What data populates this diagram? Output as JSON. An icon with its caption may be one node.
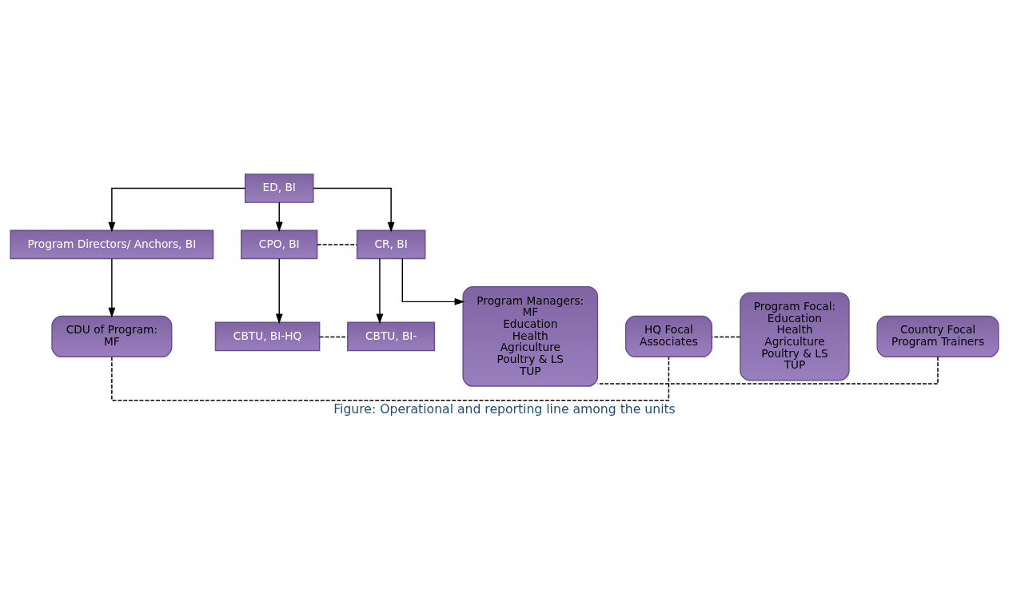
{
  "diagram": {
    "caption": "Figure: Operational and reporting line among the units",
    "nodes": [
      {
        "text": [
          "ED, BI"
        ]
      },
      {
        "text": [
          "Program Directors/ Anchors, BI"
        ]
      },
      {
        "text": [
          "CPO, BI"
        ]
      },
      {
        "text": [
          "CR, BI"
        ]
      },
      {
        "text": [
          "CDU of Program:",
          "MF"
        ]
      },
      {
        "text": [
          "CBTU, BI-HQ"
        ]
      },
      {
        "text": [
          "HQ Focal",
          "Associates"
        ]
      },
      {
        "text": [
          "CBTU, BI-"
        ]
      },
      {
        "text": [
          "Country Focal",
          "Program Trainers"
        ]
      },
      {
        "text": [
          "Program Focal:",
          "Education",
          "Health",
          "Agriculture",
          "Poultry & LS",
          "TUP"
        ]
      },
      {
        "text": [
          "Program Managers:",
          "MF",
          "Education",
          "Health",
          "Agriculture",
          "Poultry & LS",
          "TUP"
        ]
      }
    ],
    "edges": [
      {
        "from": 0,
        "to": 1,
        "arrow": "to"
      },
      {
        "from": 0,
        "to": 2,
        "arrow": "to"
      },
      {
        "from": 0,
        "to": 3,
        "arrow": "to"
      },
      {
        "from": 2,
        "to": 3,
        "arrow": "none",
        "style": "dashed"
      },
      {
        "from": 3,
        "to": 10,
        "arrow": "to"
      },
      {
        "from": 1,
        "to": 4,
        "arrow": "to"
      },
      {
        "from": 2,
        "to": 5,
        "arrow": "to"
      },
      {
        "from": 3,
        "to": 7,
        "arrow": "to"
      },
      {
        "from": 5,
        "to": 7,
        "arrow": "none",
        "style": "dashed"
      },
      {
        "from": 4,
        "to": 6,
        "arrow": "none",
        "style": "dashed"
      },
      {
        "from": 9,
        "to": 6,
        "arrow": "none",
        "style": "dashed"
      },
      {
        "from": 8,
        "to": 10,
        "arrow": "none",
        "style": "dashed"
      }
    ]
  }
}
